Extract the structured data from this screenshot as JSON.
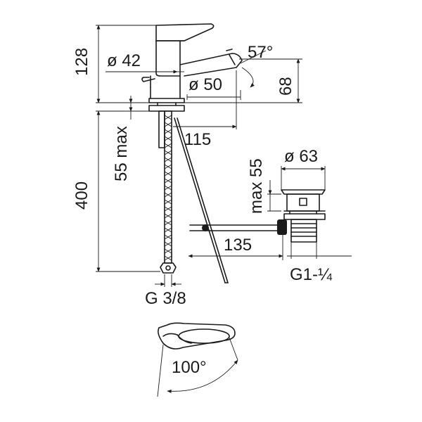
{
  "dimensions": {
    "height_top": "128",
    "diameter_base": "ø 42",
    "spout_angle": "57°",
    "spout_height": "68",
    "diameter_spout": "ø 50",
    "reach": "115",
    "max_thickness": "55 max",
    "hose_length": "400",
    "connection": "G 3/8",
    "waste_diameter": "ø 63",
    "waste_max": "max 55",
    "waste_distance": "135",
    "waste_thread": "G1-¼",
    "handle_rotation": "100°"
  },
  "colors": {
    "ink": "#1a1a1a",
    "paper": "#ffffff"
  }
}
